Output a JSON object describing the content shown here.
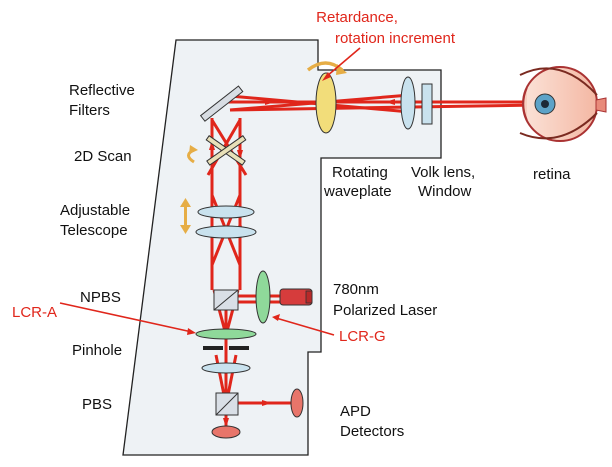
{
  "labels": {
    "retardance_line1": "Retardance,",
    "retardance_line2": "rotation increment",
    "reflective_line1": "Reflective",
    "reflective_line2": "Filters",
    "scan_2d": "2D Scan",
    "adjustable_line1": "Adjustable",
    "adjustable_line2": "Telescope",
    "npbs": "NPBS",
    "lcr_a": "LCR-A",
    "pinhole": "Pinhole",
    "pbs": "PBS",
    "rotating_line1": "Rotating",
    "rotating_line2": "waveplate",
    "volk_line1": "Volk lens,",
    "volk_line2": "Window",
    "retina": "retina",
    "laser_line1": "780nm",
    "laser_line2": "Polarized Laser",
    "lcr_g": "LCR-G",
    "apd_line1": "APD",
    "apd_line2": "Detectors"
  },
  "colors": {
    "panel": "#eef2f5",
    "beam": "#e0261b",
    "lens": "#c9e2ee",
    "waveplate": "#f2dd7a",
    "lcr_green": "#8fd99a",
    "detector": "#e8756a",
    "arrow": "#e6ad45"
  }
}
